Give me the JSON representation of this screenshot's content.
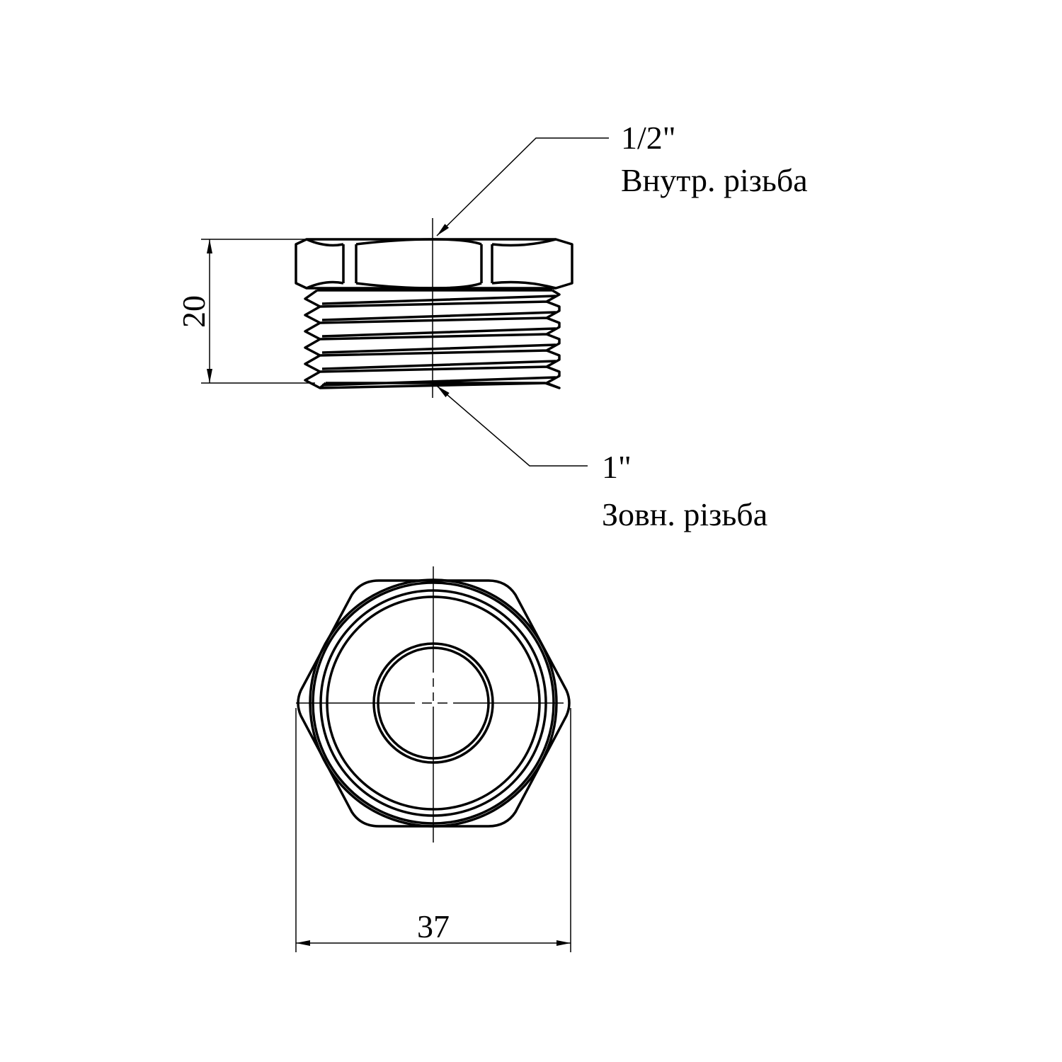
{
  "drawing": {
    "inner_thread_size": "1/2\"",
    "inner_thread_label": "Внутр. різьба",
    "outer_thread_size": "1\"",
    "outer_thread_label": "Зовн. різьба",
    "height_dimension": "20",
    "width_dimension": "37"
  }
}
